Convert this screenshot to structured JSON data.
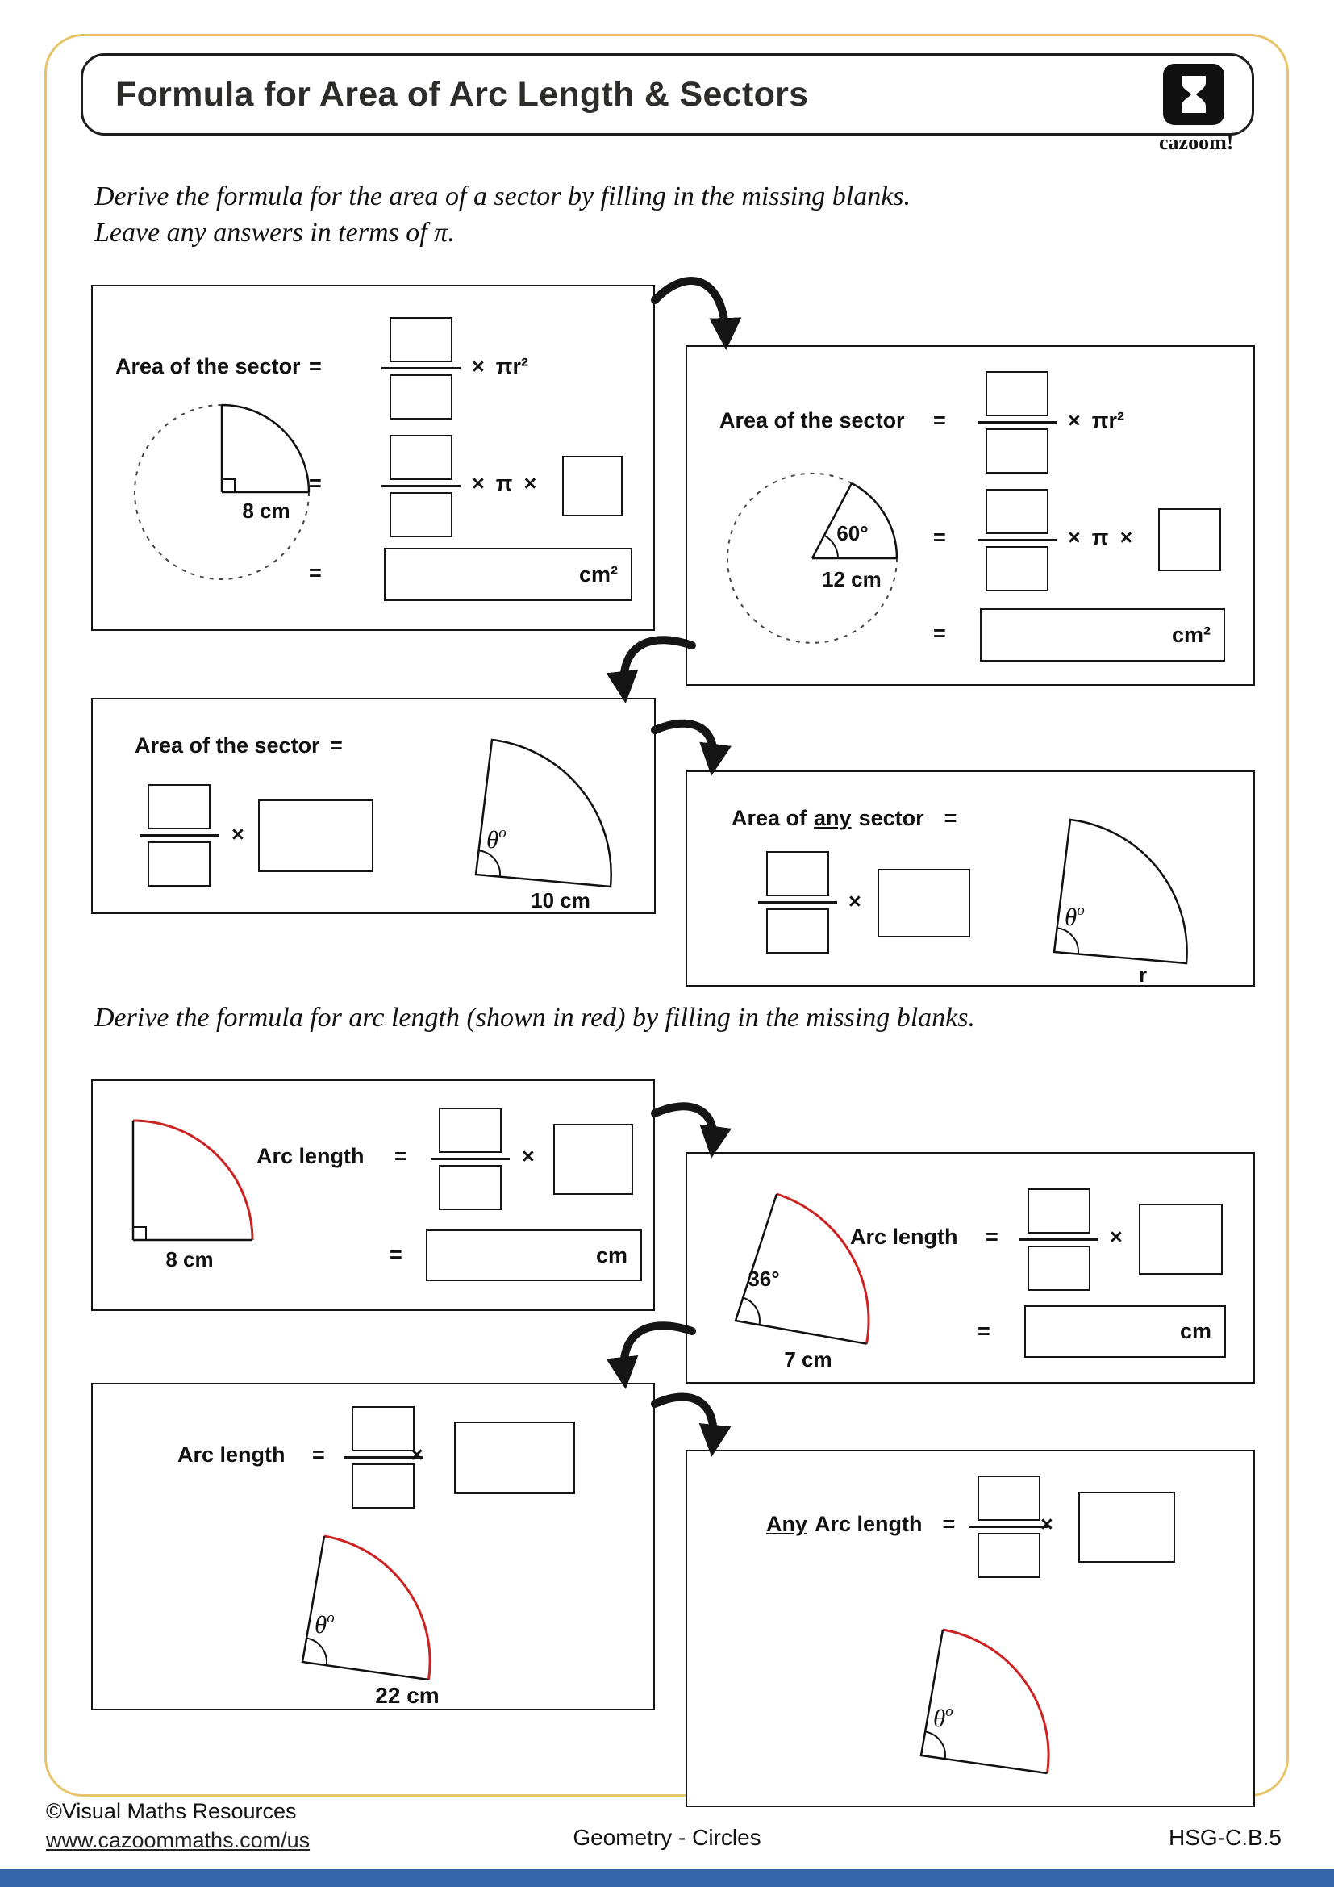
{
  "header": {
    "title": "Formula for Area of Arc Length & Sectors",
    "logo_text": "cazoom!"
  },
  "instructions": {
    "section1_line1": "Derive the formula for the area of a sector by filling in the missing blanks.",
    "section1_line2": "Leave any answers in terms of π.",
    "section2": "Derive the formula for arc length (shown in red) by filling in the missing blanks."
  },
  "symbols": {
    "equals": "=",
    "times": "×",
    "pi": "π",
    "pi_r_squared": "πr²",
    "theta": "θ",
    "degree_o": "o"
  },
  "units": {
    "cm": "cm",
    "cm_squared": "cm²"
  },
  "sector_boxes": {
    "box1": {
      "label": "Area of the sector",
      "radius_label": "8 cm"
    },
    "box2": {
      "label": "Area of the sector",
      "angle_label": "60°",
      "radius_label": "12 cm"
    },
    "box3": {
      "label": "Area of the sector",
      "radius_label": "10 cm"
    },
    "box4": {
      "label_prefix": "Area of",
      "label_any": "any",
      "label_suffix": "sector",
      "radius_label": "r"
    },
    "box5": {
      "label": "Arc length",
      "radius_label": "8 cm"
    },
    "box6": {
      "label": "Arc length",
      "angle_label": "36°",
      "radius_label": "7 cm"
    },
    "box7": {
      "label": "Arc length",
      "radius_label": "22 cm"
    },
    "box8": {
      "label_any": "Any",
      "label_suffix": "Arc length"
    }
  },
  "footer": {
    "copyright": "©Visual Maths Resources",
    "website": "www.cazoommaths.com/us",
    "subject": "Geometry - Circles",
    "code": "HSG-C.B.5"
  }
}
